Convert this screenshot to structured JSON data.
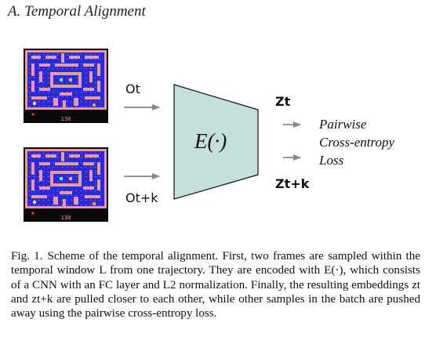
{
  "section_title": "A.  Temporal Alignment",
  "labels": {
    "frame_t": "Ot",
    "frame_tk": "Ot+k",
    "encoder": "E(·)",
    "embed_t": "Zt",
    "embed_tk": "Zt+k",
    "loss_lines": [
      "Pairwise",
      "Cross-entropy",
      "Loss"
    ]
  },
  "frame_score": "130",
  "colors": {
    "encoder_fill": "#c5e0da",
    "encoder_stroke": "#111111",
    "arrow": "#888888",
    "maze_bg": "#2b2bd6",
    "maze_wall": "#e89aa0",
    "screen_bg": "#0b0b0b"
  },
  "caption": {
    "label": "Fig. 1.",
    "text": "Scheme of the temporal alignment. First, two frames are sampled within the temporal window L from one trajectory. They are encoded with E(·), which consists of a CNN with an FC layer and L2 normalization. Finally, the resulting embeddings zt and zt+k are pulled closer to each other, while other samples in the batch are pushed away using the pairwise cross-entropy loss."
  }
}
